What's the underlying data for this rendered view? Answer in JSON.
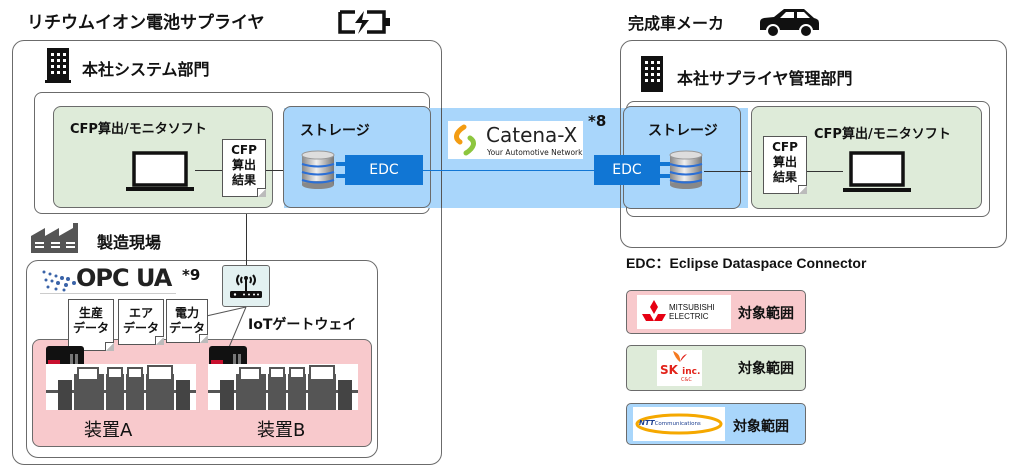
{
  "supplier": {
    "title": "リチウムイオン電池サプライヤ",
    "icon": "battery-charging-icon",
    "hq": {
      "title": "本社システム部門",
      "icon": "office-building-icon",
      "cfp_software": {
        "title": "CFP算出/モニタソフト",
        "icon": "laptop-icon"
      },
      "result_doc": {
        "line1": "CFP",
        "line2": "算出",
        "line3": "結果"
      },
      "storage": {
        "title": "ストレージ",
        "edc_label": "EDC",
        "icon": "database-icon"
      }
    },
    "factory": {
      "title": "製造現場",
      "icon": "factory-icon",
      "opcua_logo": "OPC UA",
      "opcua_note": "*9",
      "gateway": {
        "label": "IoTゲートウェイ",
        "icon": "wireless-router-icon"
      },
      "data_docs": [
        {
          "line1": "生産",
          "line2": "データ"
        },
        {
          "line1": "エア",
          "line2": "データ"
        },
        {
          "line1": "電力",
          "line2": "データ"
        }
      ],
      "devices": [
        {
          "label": "装置A",
          "icon": "production-line-icon"
        },
        {
          "label": "装置B",
          "icon": "production-line-icon"
        }
      ]
    }
  },
  "network": {
    "name": "Catena-X",
    "tagline": "Your Automotive Network",
    "note": "*8"
  },
  "oem": {
    "title": "完成車メーカ",
    "icon": "car-icon",
    "hq": {
      "title": "本社サプライヤ管理部門",
      "icon": "office-building-icon",
      "storage": {
        "title": "ストレージ",
        "edc_label": "EDC",
        "icon": "database-icon"
      },
      "cfp_software": {
        "title": "CFP算出/モニタソフト",
        "icon": "laptop-icon"
      },
      "result_doc": {
        "line1": "CFP",
        "line2": "算出",
        "line3": "結果"
      }
    }
  },
  "edc_definition": "EDC：Eclipse Dataspace Connector",
  "legend": [
    {
      "company": "MITSUBISHI ELECTRIC",
      "company_line1": "MITSUBISHI",
      "company_line2": "ELECTRIC",
      "label": "対象範囲",
      "color": "#f8c9cc"
    },
    {
      "company": "SK inc. C&C",
      "company_line1": "SK",
      "company_line2": "inc.",
      "company_line3": "C&C",
      "label": "対象範囲",
      "color": "#deebd9"
    },
    {
      "company": "NTT Communications",
      "company_line1": "NTT",
      "company_line2": "Communications",
      "label": "対象範囲",
      "color": "#a9d6fb"
    }
  ]
}
